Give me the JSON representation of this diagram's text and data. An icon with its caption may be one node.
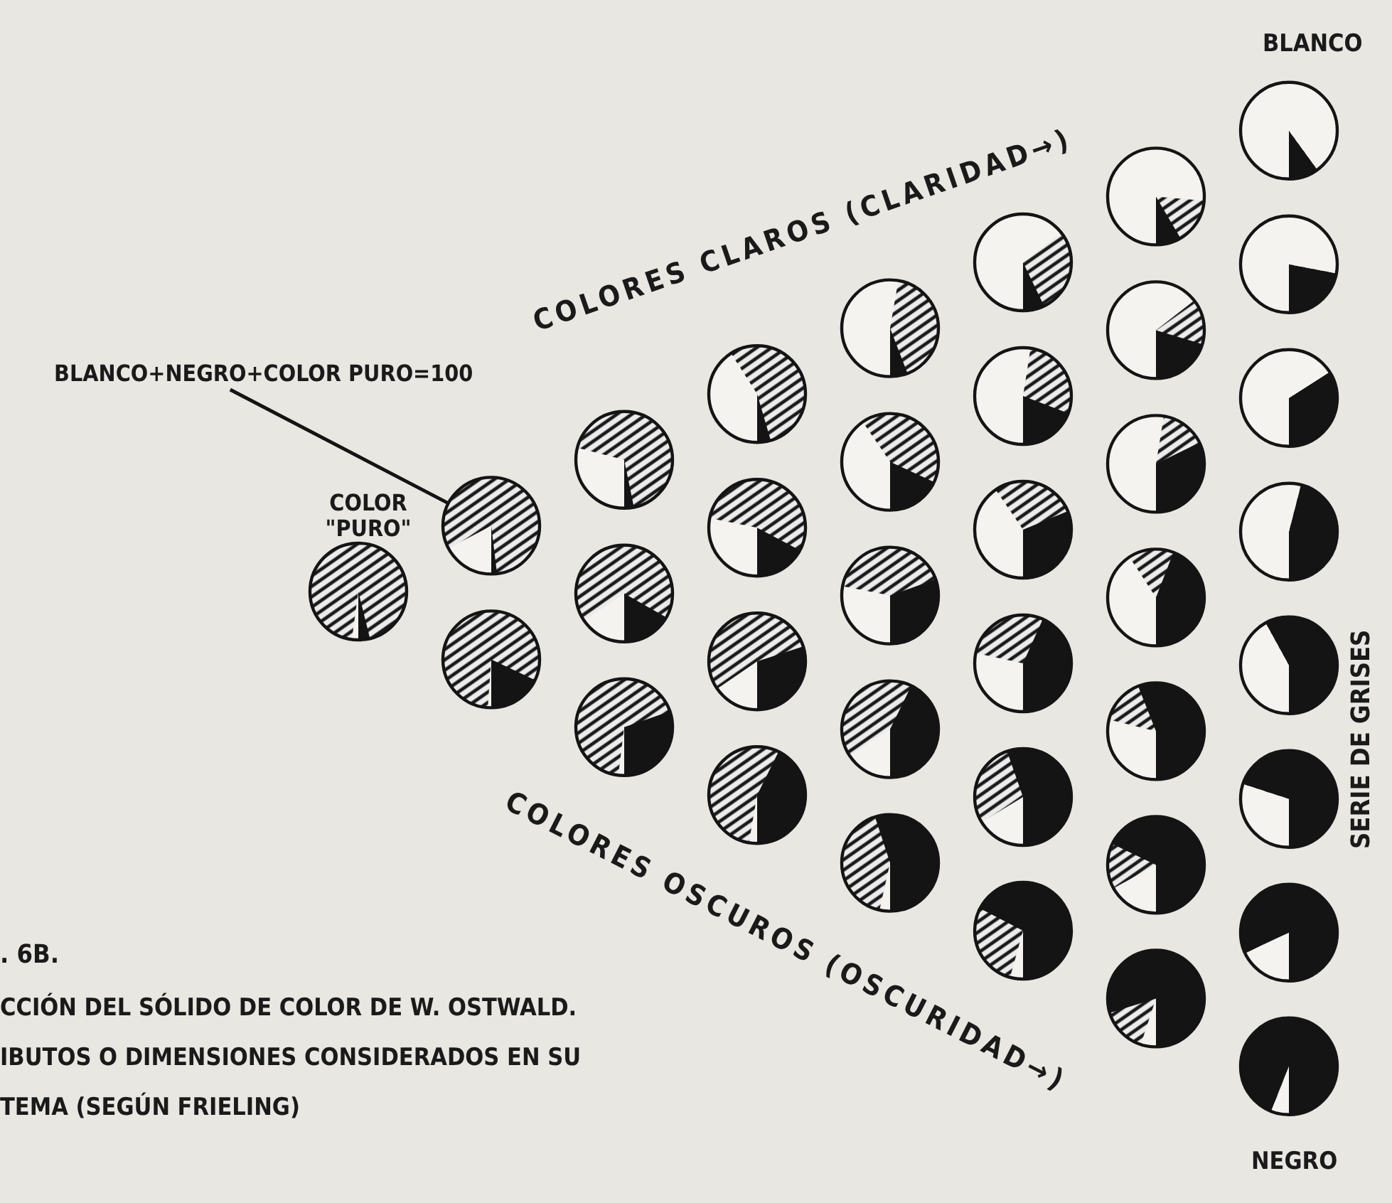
{
  "diagram": {
    "nodes": [
      {
        "text": [
          "BLANCO+NEGRO+COLOR PURO=100"
        ]
      },
      {
        "text": [],
        "shape": "circle"
      }
    ],
    "edges": [
      {
        "from": 0,
        "to": 1,
        "arrow": "none"
      }
    ],
    "labels": [
      "BLANCO",
      "COLORES CLAROS (CLARIDAD→)",
      "COLOR \"PURO\"",
      "SERIE DE GRISES",
      "COLORES OSCUROS (OSCURIDAD→)",
      ". 6B.",
      "CCIÓN DEL SÓLIDO DE COLOR DE W. OSTWALD.",
      "IBUTOS O DIMENSIONES CONSIDERADOS EN SU",
      "TEMA (SEGÚN FRIELING)",
      "NEGRO"
    ]
  }
}
